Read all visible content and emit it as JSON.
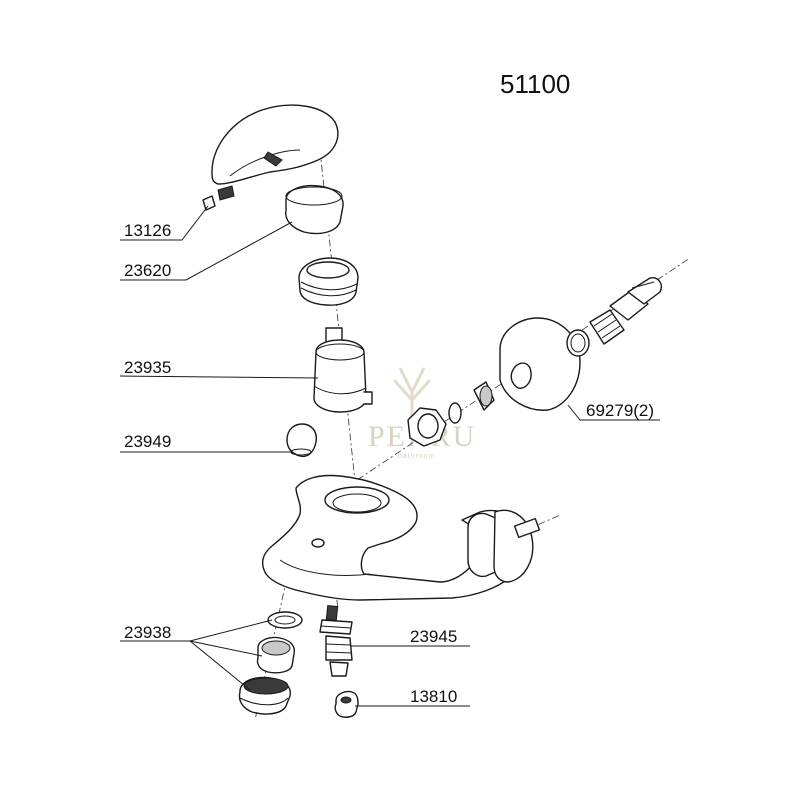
{
  "diagram": {
    "model_number": "51100",
    "watermark": "PEARU",
    "watermark_sub": "bathroom",
    "callouts": {
      "p13126": "13126",
      "p23620": "23620",
      "p23935": "23935",
      "p23949": "23949",
      "p69279": "69279(2)",
      "p23938": "23938",
      "p23945": "23945",
      "p13810": "13810"
    }
  }
}
